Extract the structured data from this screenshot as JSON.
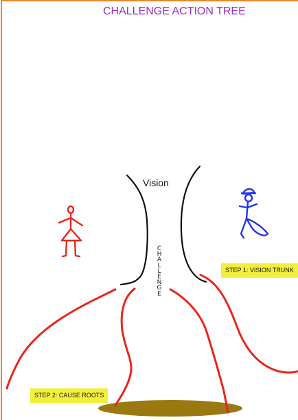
{
  "title": "CHALLENGE ACTION TREE",
  "trunk": {
    "top_label": "Vision",
    "vertical_word": "CHALLENGE"
  },
  "steps": [
    {
      "label": "STEP 1: VISION TRUNK"
    },
    {
      "label": "STEP 2: CAUSE ROOTS"
    }
  ],
  "figures": {
    "left": {
      "kind": "girl-stick-figure",
      "color": "#e8251c"
    },
    "right": {
      "kind": "boy-stick-figure-with-cap",
      "color": "#2335e0"
    }
  },
  "colors": {
    "frame": "#e8892e",
    "roots": "#e8251c",
    "trunk": "#111111",
    "ground_patch": "#9a7a10",
    "title": "#9b2fc3",
    "step_highlight": "#f2f03a"
  }
}
